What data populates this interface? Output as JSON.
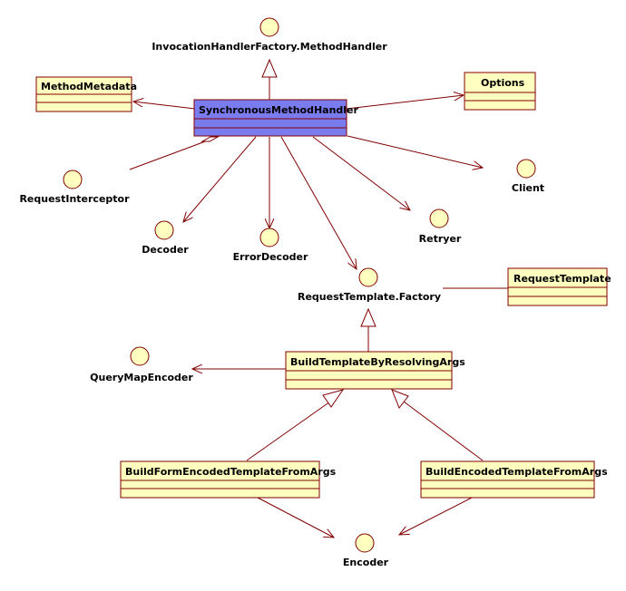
{
  "classes": {
    "synchronous_method_handler": "SynchronousMethodHandler",
    "method_metadata": "MethodMetadata",
    "options": "Options",
    "request_template": "RequestTemplate",
    "build_template_by_resolving_args": "BuildTemplateByResolvingArgs",
    "build_form_encoded_template_from_args": "BuildFormEncodedTemplateFromArgs",
    "build_encoded_template_from_args": "BuildEncodedTemplateFromArgs"
  },
  "interfaces": {
    "method_handler": "InvocationHandlerFactory.MethodHandler",
    "request_interceptor": "RequestInterceptor",
    "decoder": "Decoder",
    "error_decoder": "ErrorDecoder",
    "retryer": "Retryer",
    "client": "Client",
    "request_template_factory": "RequestTemplate.Factory",
    "query_map_encoder": "QueryMapEncoder",
    "encoder": "Encoder"
  },
  "colors": {
    "class_fill": "#ffffc0",
    "highlight_fill": "#7b7bf0",
    "stroke": "#800000"
  }
}
